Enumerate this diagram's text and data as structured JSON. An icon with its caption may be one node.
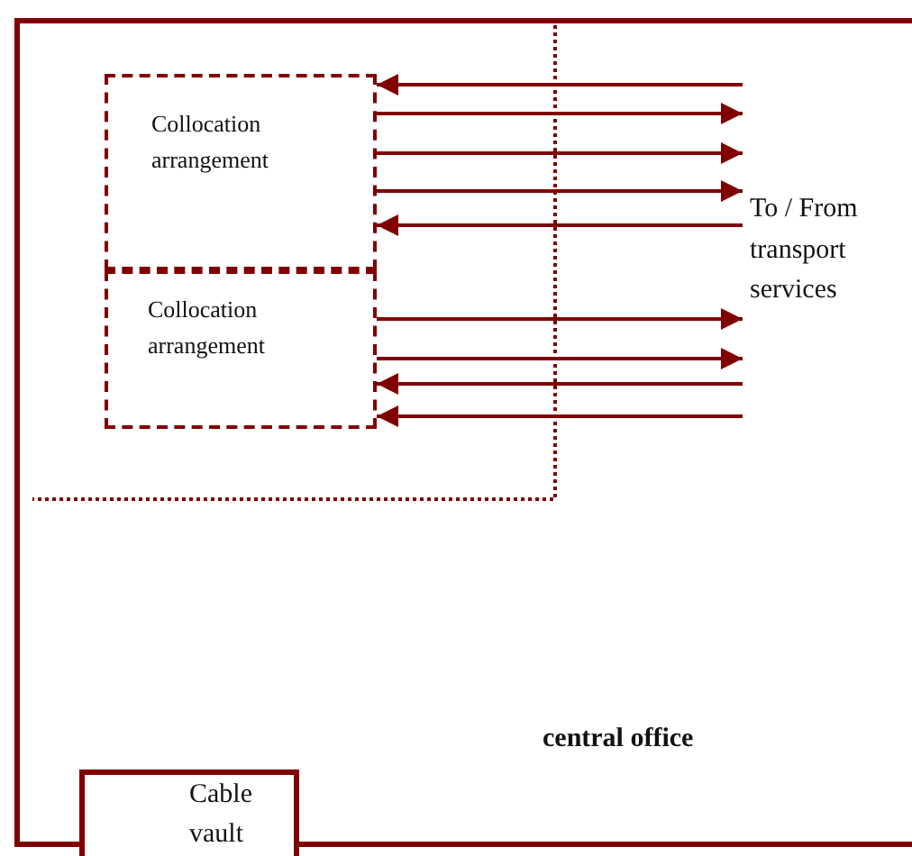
{
  "diagram": {
    "nodes": [
      {
        "text": [
          "central office"
        ]
      },
      {
        "text": [
          "Collocation arrangement"
        ],
        "in": 0
      },
      {
        "text": [
          "Collocation arrangement"
        ],
        "in": 0
      },
      {
        "text": [
          "To / From transport services"
        ],
        "in": 0
      },
      {
        "text": [
          "Cable vault"
        ]
      }
    ],
    "edges": [
      {
        "from": 3,
        "to": 1,
        "arrow": "to"
      },
      {
        "from": 1,
        "to": 3,
        "arrow": "to"
      },
      {
        "from": 1,
        "to": 3,
        "arrow": "to"
      },
      {
        "from": 1,
        "to": 3,
        "arrow": "to"
      },
      {
        "from": 3,
        "to": 1,
        "arrow": "to"
      },
      {
        "from": 2,
        "to": 3,
        "arrow": "to"
      },
      {
        "from": 2,
        "to": 3,
        "arrow": "to"
      },
      {
        "from": 3,
        "to": 2,
        "arrow": "to"
      },
      {
        "from": 3,
        "to": 2,
        "arrow": "to"
      }
    ]
  }
}
